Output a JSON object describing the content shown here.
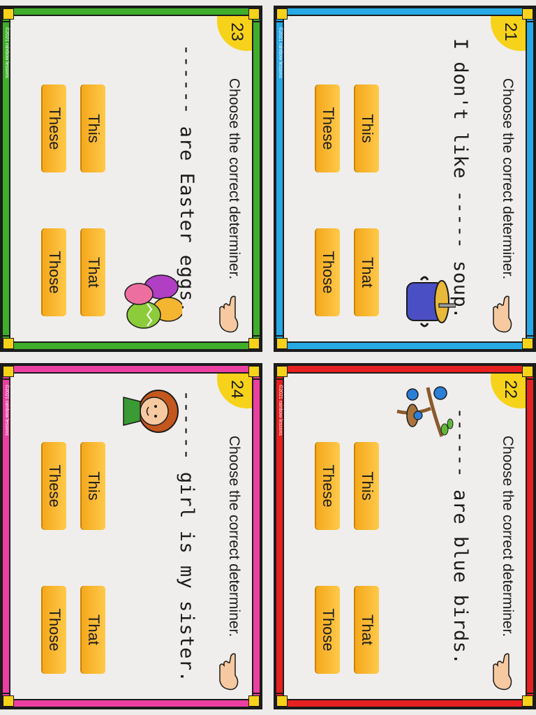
{
  "instruction": "Choose the correct determiner.",
  "options": [
    "This",
    "That",
    "These",
    "Those"
  ],
  "copyright": "©2021 rainbow lessons",
  "colors": {
    "card_21": "#27a9e6",
    "card_22": "#e62020",
    "card_23": "#3fae2a",
    "card_24": "#ec3fa2",
    "number_circle": "#f7d21a",
    "option_button": "#f9b52e"
  },
  "cards": [
    {
      "number": "21",
      "sentence": "I don't like ----- soup.",
      "illustration": "soup-pot-icon"
    },
    {
      "number": "22",
      "sentence": "------ are blue birds.",
      "illustration": "bird-nest-icon"
    },
    {
      "number": "23",
      "sentence": "------ are Easter eggs.",
      "illustration": "easter-eggs-icon"
    },
    {
      "number": "24",
      "sentence": "------ girl is my sister.",
      "illustration": "girl-icon"
    }
  ]
}
